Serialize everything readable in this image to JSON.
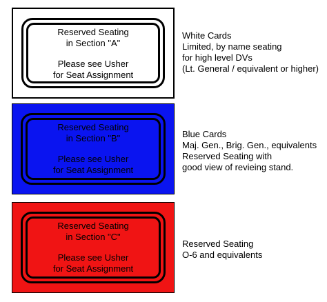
{
  "colors": {
    "white_card": "#ffffff",
    "blue_card": "#0a14f0",
    "red_card": "#f01414",
    "ink": "#000000"
  },
  "cards": [
    {
      "line1": "Reserved Seating",
      "line2": "in Section \"A\"",
      "line3": "Please see Usher",
      "line4": "for Seat Assignment"
    },
    {
      "line1": "Reserved Seating",
      "line2": "in Section \"B\"",
      "line3": "Please see Usher",
      "line4": "for Seat Assignment"
    },
    {
      "line1": "Reserved Seating",
      "line2": "in Section \"C\"",
      "line3": "Please see Usher",
      "line4": "for Seat Assignment"
    }
  ],
  "descriptions": [
    {
      "lines": [
        "White Cards",
        "Limited, by name seating",
        "for high level DVs",
        "(Lt. General / equivalent or higher)"
      ]
    },
    {
      "lines": [
        "Blue Cards",
        "Maj. Gen., Brig. Gen., equivalents",
        "Reserved Seating with",
        "good view of revieing stand."
      ]
    },
    {
      "lines": [
        "Reserved Seating",
        "O-6 and equivalents"
      ]
    }
  ]
}
